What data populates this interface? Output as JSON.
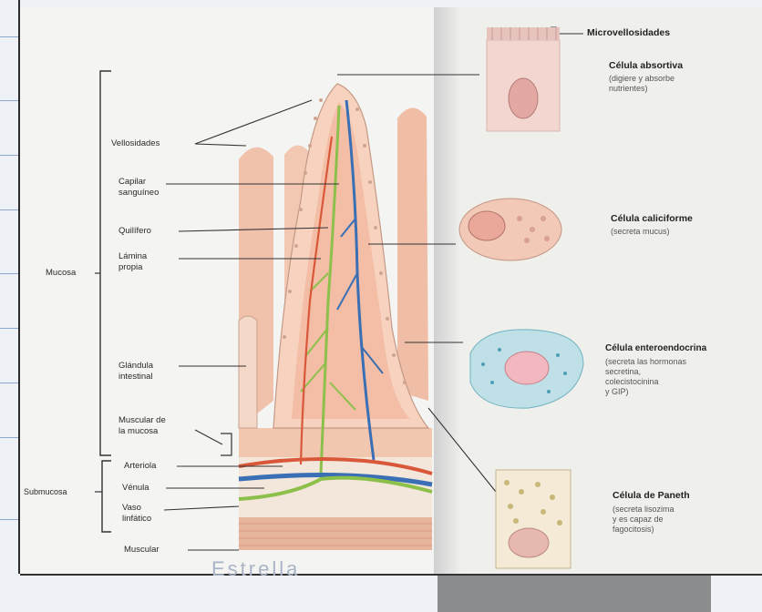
{
  "labels": {
    "vellosidades": "Vellosidades",
    "capilar_1": "Capilar",
    "capilar_2": "sanguíneo",
    "quilifero": "Quilífero",
    "lamina_1": "Lámina",
    "lamina_2": "propia",
    "glandula_1": "Glándula",
    "glandula_2": "intestinal",
    "muscular_mucosa_1": "Muscular de",
    "muscular_mucosa_2": "la mucosa",
    "arteriola": "Arteriola",
    "venula": "Vénula",
    "vaso_1": "Vaso",
    "vaso_2": "linfático",
    "muscular": "Muscular",
    "mucosa": "Mucosa",
    "submucosa": "Submucosa"
  },
  "cells": {
    "microvellosidades": "Microvellosidades",
    "absortiva": {
      "title": "Célula absortiva",
      "desc": [
        "(digiere y absorbe",
        "nutrientes)"
      ]
    },
    "caliciforme": {
      "title": "Célula caliciforme",
      "desc": [
        "(secreta mucus)"
      ]
    },
    "enteroendocrina": {
      "title": "Célula enteroendocrina",
      "desc": [
        "(secreta las hormonas",
        "secretina,",
        "colecistocinina",
        "y GIP)"
      ]
    },
    "paneth": {
      "title": "Célula de Paneth",
      "desc": [
        "(secreta lisozima",
        "y es capaz de",
        "fagocitosis)"
      ]
    }
  },
  "bleed_text": "Estrella",
  "colors": {
    "villus": "#f0b89c",
    "blood_red": "#d9583a",
    "vein_blue": "#3a6fb5",
    "lymph_green": "#8cc04a",
    "muscle": "#e8b29a"
  }
}
